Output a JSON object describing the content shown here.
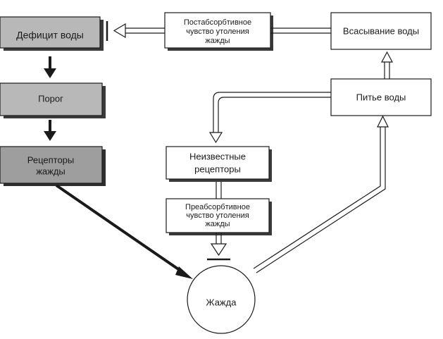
{
  "nodes": {
    "water_deficit": "Дефицит воды",
    "threshold": "Порог",
    "thirst_receptors": [
      "Рецепторы",
      "жажды"
    ],
    "unknown_receptors": [
      "Неизвестные",
      "рецепторы"
    ],
    "preabsorptive_satiety": [
      "Преабсорбтивное",
      "чувство утоления",
      "жажды"
    ],
    "thirst": "Жажда",
    "drinking_water": "Питье воды",
    "water_absorption": "Всасывание воды",
    "postabsorptive_satiety": [
      "Постабсорбтивное",
      "чувство утоления",
      "жажды"
    ]
  },
  "colors": {
    "shaded_box": "#b8b8b8",
    "box_side": "#3a3a3a",
    "stroke": "#1a1a1a",
    "paper": "#ffffff"
  }
}
